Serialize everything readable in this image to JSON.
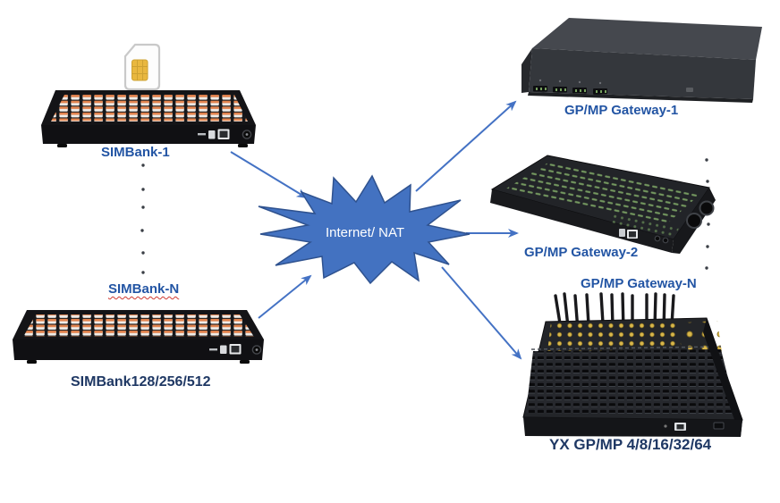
{
  "diagram": {
    "sim_side": {
      "icon": "sim-card",
      "bank1_label": "SIMBank-1",
      "bankN_label": "SIMBank-N",
      "model_label": "SIMBank128/256/512"
    },
    "cloud": {
      "label": "Internet/ NAT"
    },
    "gateway_side": {
      "gateway1_label": "GP/MP Gateway-1",
      "gateway2_label": "GP/MP Gateway-2",
      "gatewayN_label": "GP/MP Gateway-N",
      "model_label": "YX GP/MP 4/8/16/32/64"
    },
    "colors": {
      "label_blue": "#2355A4",
      "label_navy": "#1F3864",
      "arrow_blue": "#4472C4",
      "star_fill": "#4372C1",
      "star_border": "#2F528F",
      "star_text": "#FFFFFF",
      "sim_orange": "#E2834E",
      "pcb_green": "#74985F",
      "connector_gold": "#D8B64A",
      "device_black": "#1A1B1E"
    }
  }
}
